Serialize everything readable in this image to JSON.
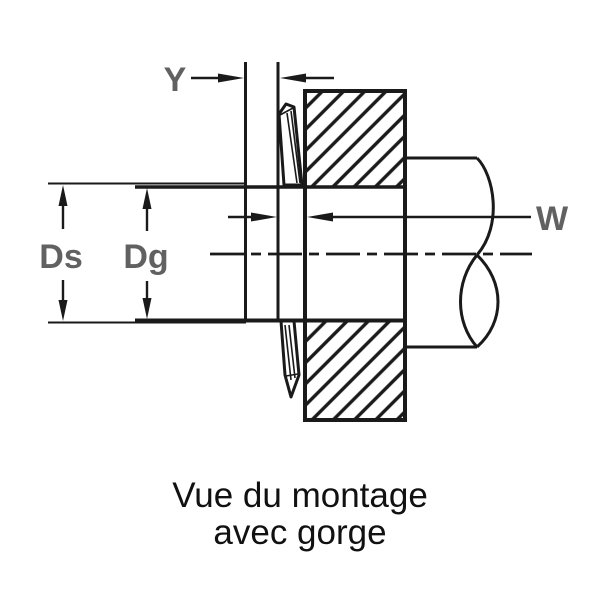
{
  "figure": {
    "labels": {
      "y": "Y",
      "ds": "Ds",
      "dg": "Dg",
      "w": "W"
    },
    "caption": {
      "line1": "Vue du montage",
      "line2": "avec gorge"
    },
    "colors": {
      "line": "#1a1a1a",
      "label": "#616161",
      "caption": "#111111",
      "background": "#ffffff"
    }
  }
}
